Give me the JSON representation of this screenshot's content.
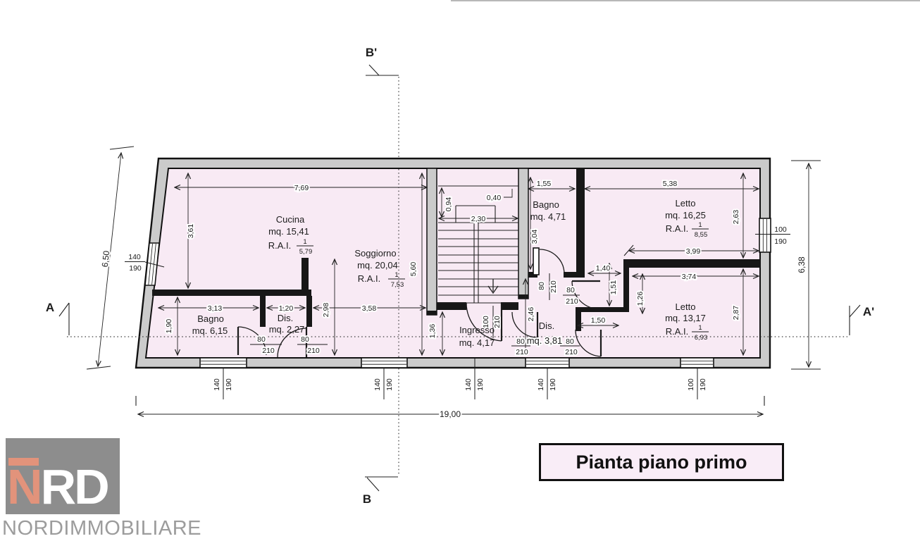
{
  "page": {
    "title_box": "Pianta piano primo"
  },
  "logo": {
    "n": "N",
    "rd": "RD",
    "company": "NORDIMMOBILIARE"
  },
  "sections": {
    "a": "A",
    "a_prime": "A'",
    "b": "B",
    "b_prime": "B'"
  },
  "rooms": {
    "cucina": {
      "name": "Cucina",
      "area": "mq. 15,41",
      "rai": "R.A.I.",
      "rai_num": "1",
      "rai_den": "5,79"
    },
    "soggiorno": {
      "name": "Soggiorno",
      "area": "mq. 20,04",
      "rai": "R.A.I.",
      "rai_num": "1",
      "rai_den": "7,53"
    },
    "bagno1": {
      "name": "Bagno",
      "area": "mq. 6,15"
    },
    "dis1": {
      "name": "Dis.",
      "area": "mq. 2,27"
    },
    "ingresso": {
      "name": "Ingresso",
      "area": "mq. 4,17"
    },
    "bagno2": {
      "name": "Bagno",
      "area": "mq. 4,71"
    },
    "dis2": {
      "name": "Dis.",
      "area": "mq. 3,81"
    },
    "letto1": {
      "name": "Letto",
      "area": "mq. 16,25",
      "rai": "R.A.I.",
      "rai_num": "1",
      "rai_den": "8,55"
    },
    "letto2": {
      "name": "Letto",
      "area": "mq. 13,17",
      "rai": "R.A.I.",
      "rai_num": "1",
      "rai_den": "6,93"
    }
  },
  "dims": {
    "top_w": "7,69",
    "cucina_h": "3,61",
    "sogg_h": "5,60",
    "stair_land": "0,40",
    "stair_top": "0,94",
    "stair_w": "2,30",
    "bagno2_w": "1,55",
    "bagno2_h": "3,04",
    "letto1_w": "5,38",
    "letto1_h": "2,63",
    "letto1_niche": "3,99",
    "niche_w": "1,40",
    "niche_h": "1,51",
    "letto2_notch": "1,26",
    "letto2_w": "3,74",
    "letto2_h": "2,87",
    "pass_w": "1,50",
    "bagno1_w": "3,13",
    "dis1_w": "1,20",
    "bagno1_h": "1,90",
    "sogg_low": "2,98",
    "sogg_low_w": "3,58",
    "ingr_h": "1,36",
    "dis2_h": "2,46",
    "total_w": "19,00",
    "left_h": "6,50",
    "right_h": "6,38"
  },
  "openings": {
    "win_w": "140",
    "win_h": "190",
    "win_sm": "100",
    "door_w": "80",
    "door_big": "100",
    "door_h": "210"
  },
  "colors": {
    "floor": "#f8eaf4",
    "wall_gray": "#cbcbcb",
    "accent_salmon": "#e2937b",
    "logo_gray": "#8d8d8d"
  }
}
